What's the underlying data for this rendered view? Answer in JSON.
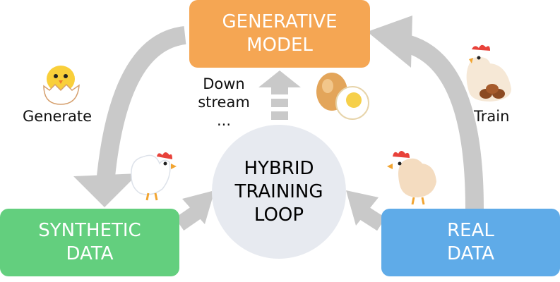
{
  "nodes": {
    "generative_model": {
      "line1": "GENERATIVE",
      "line2": "MODEL",
      "color": "#F5A653"
    },
    "synthetic_data": {
      "line1": "SYNTHETIC",
      "line2": "DATA",
      "color": "#63CF7E"
    },
    "real_data": {
      "line1": "REAL",
      "line2": "DATA",
      "color": "#5FABE8"
    },
    "hybrid_loop": {
      "line1": "HYBRID",
      "line2": "TRAINING",
      "line3": "LOOP",
      "color": "#E7EAF0"
    }
  },
  "edges": {
    "generate": "Generate",
    "train": "Train",
    "downstream": {
      "line1": "Down",
      "line2": "stream",
      "line3": "..."
    }
  },
  "icons": [
    "chick-hatching-icon",
    "boiled-egg-icon",
    "hen-on-eggs-icon",
    "white-chicken-icon",
    "brown-chicken-icon"
  ],
  "arrow_color": "#C9C9C9"
}
